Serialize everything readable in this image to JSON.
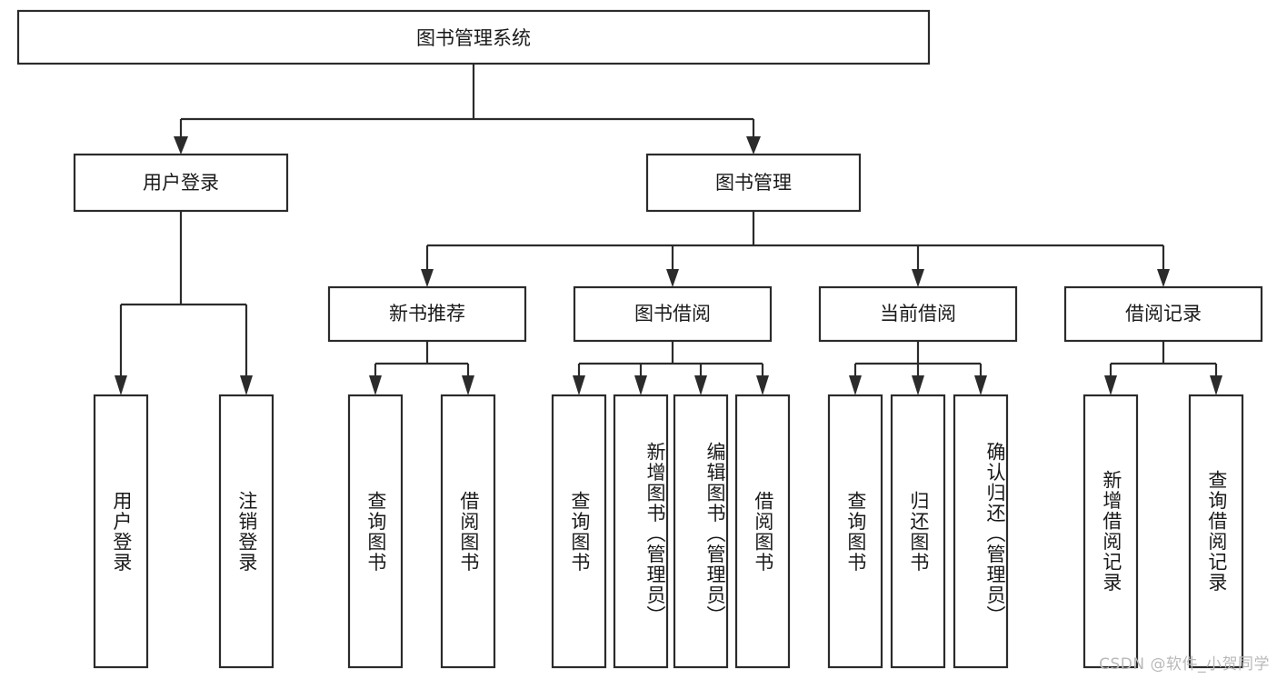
{
  "diagram": {
    "type": "tree",
    "title_node": {
      "label": "图书管理系统"
    },
    "level2": [
      {
        "id": "user-login",
        "label": "用户登录"
      },
      {
        "id": "book-management",
        "label": "图书管理"
      }
    ],
    "level3": [
      {
        "id": "new-book-recommend",
        "label": "新书推荐",
        "parent": "book-management"
      },
      {
        "id": "book-borrow",
        "label": "图书借阅",
        "parent": "book-management"
      },
      {
        "id": "current-borrow",
        "label": "当前借阅",
        "parent": "book-management"
      },
      {
        "id": "borrow-record",
        "label": "借阅记录",
        "parent": "book-management"
      }
    ],
    "leaves": {
      "user-login": [
        {
          "id": "leaf-user-login",
          "label": "用户登录"
        },
        {
          "id": "leaf-logout-login",
          "label": "注销登录"
        }
      ],
      "new-book-recommend": [
        {
          "id": "leaf-query-book-1",
          "label": "查询图书"
        },
        {
          "id": "leaf-borrow-book-1",
          "label": "借阅图书"
        }
      ],
      "book-borrow": [
        {
          "id": "leaf-query-book-2",
          "label": "查询图书"
        },
        {
          "id": "leaf-add-book-admin",
          "label": "新增图书（管理员）"
        },
        {
          "id": "leaf-edit-book-admin",
          "label": "编辑图书（管理员）"
        },
        {
          "id": "leaf-borrow-book-2",
          "label": "借阅图书"
        }
      ],
      "current-borrow": [
        {
          "id": "leaf-query-book-3",
          "label": "查询图书"
        },
        {
          "id": "leaf-return-book",
          "label": "归还图书"
        },
        {
          "id": "leaf-confirm-return-admin",
          "label": "确认归还（管理员）"
        }
      ],
      "borrow-record": [
        {
          "id": "leaf-add-borrow-record",
          "label": "新增借阅记录"
        },
        {
          "id": "leaf-query-borrow-record",
          "label": "查询借阅记录"
        }
      ]
    }
  },
  "watermark": {
    "text": "CSDN @软件_小贺同学"
  },
  "colors": {
    "stroke": "#2b2b2b",
    "fill": "#ffffff",
    "text": "#1a1a1a",
    "watermark": "#b9b9b9"
  }
}
